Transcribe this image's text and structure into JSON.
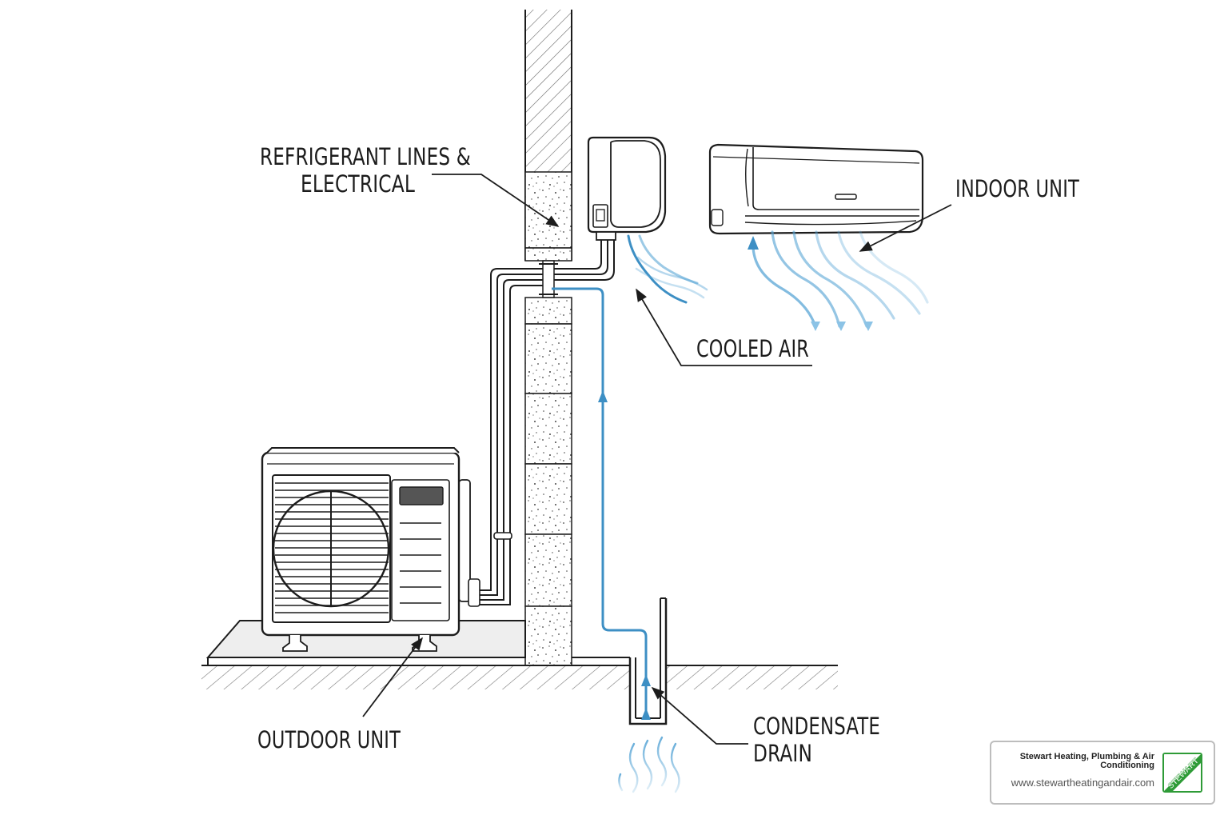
{
  "labels": {
    "refrigerant_line1": "REFRIGERANT LINES &",
    "refrigerant_line2": "ELECTRICAL",
    "indoor_unit": "INDOOR UNIT",
    "cooled_air": "COOLED AIR",
    "outdoor_unit": "OUTDOOR UNIT",
    "condensate_line1": "CONDENSATE",
    "condensate_line2": "DRAIN"
  },
  "badge": {
    "company": "Stewart Heating, Plumbing & Air Conditioning",
    "url": "www.stewartheatingandair.com",
    "logo_text": "STEWART"
  },
  "colors": {
    "line": "#1c1c1c",
    "water": "#3d8fc4",
    "airflow": "#5aa6d6",
    "brand_green": "#2e9b37"
  }
}
